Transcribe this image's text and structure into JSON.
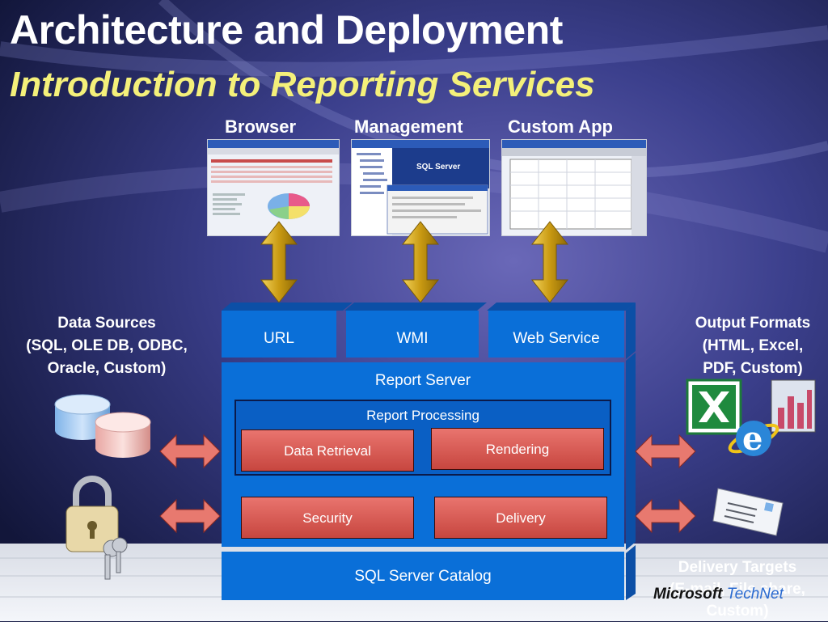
{
  "title": "Architecture and Deployment",
  "subtitle": "Introduction to Reporting Services",
  "clients": {
    "browser": "Browser",
    "management": "Management",
    "custom_app": "Custom App"
  },
  "interfaces": {
    "url": "URL",
    "wmi": "WMI",
    "web_service": "Web Service"
  },
  "server": {
    "title": "Report Server",
    "processing_title": "Report Processing",
    "data_retrieval": "Data Retrieval",
    "rendering": "Rendering",
    "security": "Security",
    "delivery": "Delivery",
    "catalog": "SQL Server Catalog"
  },
  "data_sources": {
    "line1": "Data Sources",
    "line2": "(SQL, OLE DB, ODBC,",
    "line3": "Oracle, Custom)"
  },
  "output_formats": {
    "line1": "Output Formats",
    "line2": "(HTML, Excel,",
    "line3": "PDF, Custom)"
  },
  "delivery_targets": {
    "line1": "Delivery Targets",
    "line2": "(E-mail, File share,",
    "line3": "Custom)"
  },
  "logo": {
    "microsoft": "Microsoft",
    "technet": "TechNet"
  },
  "colors": {
    "title": "#ffffff",
    "subtitle": "#f4f07a",
    "box_blue": "#0a6fd8",
    "box_red": "#d85a52",
    "arrow_gold": "#d6a81a",
    "arrow_red": "#e8796f"
  },
  "icons": [
    "database-icon",
    "padlock-icon",
    "excel-icon",
    "ie-icon",
    "chart-icon",
    "envelope-icon"
  ]
}
